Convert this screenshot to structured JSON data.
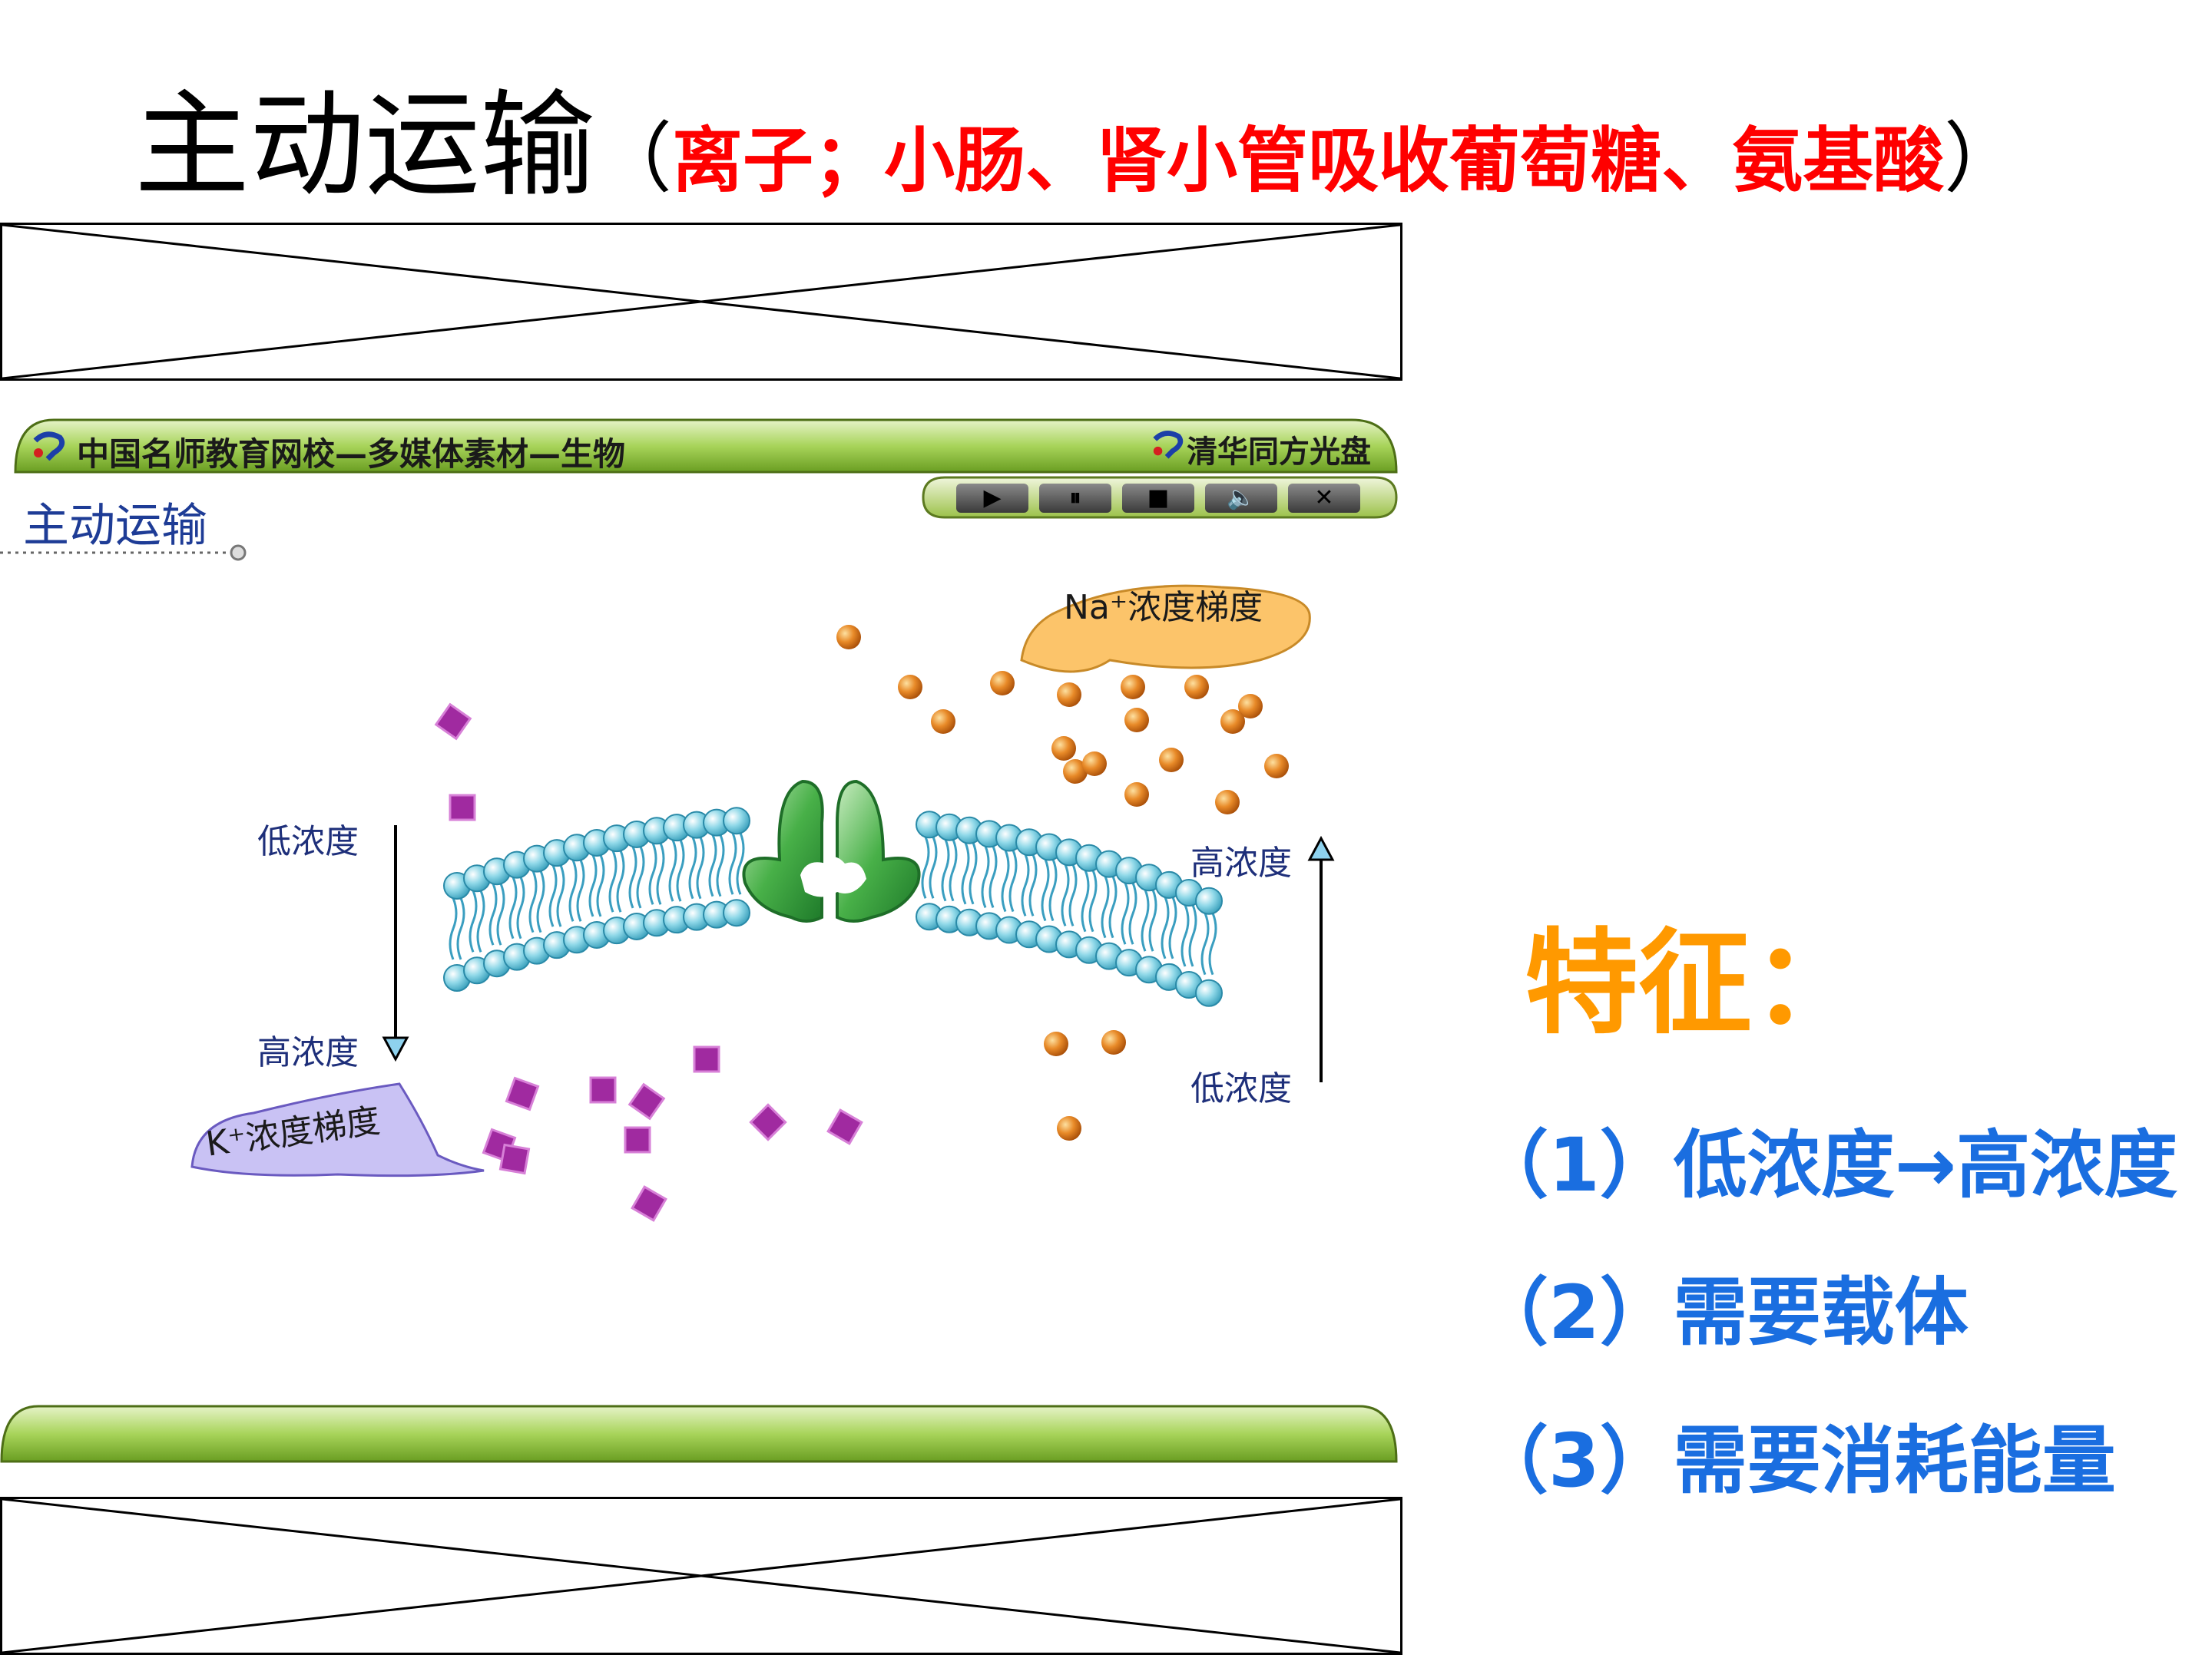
{
  "slide": {
    "title_main": "主动运输",
    "title_open": "（",
    "title_sub": "离子；小肠、肾小管吸收葡萄糖、氨基酸",
    "title_close": "）"
  },
  "player": {
    "header_text": "中国名师教育网校—多媒体素材—生物",
    "brand_text": "清华同方光盘",
    "controls": [
      {
        "label": "▶",
        "name": "play"
      },
      {
        "label": "⏸",
        "name": "pause"
      },
      {
        "label": "■",
        "name": "stop"
      },
      {
        "label": "🔈",
        "name": "volume"
      },
      {
        "label": "✕",
        "name": "close"
      }
    ]
  },
  "animation": {
    "title": "主动运输",
    "na_bubble": "Na⁺浓度梯度",
    "k_bubble": "K⁺浓度梯度",
    "left_top_label": "低浓度",
    "left_bottom_label": "高浓度",
    "right_top_label": "高浓度",
    "right_bottom_label": "低浓度"
  },
  "features": {
    "title": "特征：",
    "items": [
      "（1）低浓度→高浓度",
      "（2）需要载体",
      "（3）需要消耗能量"
    ]
  },
  "colors": {
    "title_red": "#ff0000",
    "feature_orange": "#ff9900",
    "feature_blue": "#1a6ee0",
    "player_green": "#8dc63f",
    "protein_green": "#2e9e3e",
    "na_orange": "#e07818",
    "k_purple": "#a02aa0"
  }
}
